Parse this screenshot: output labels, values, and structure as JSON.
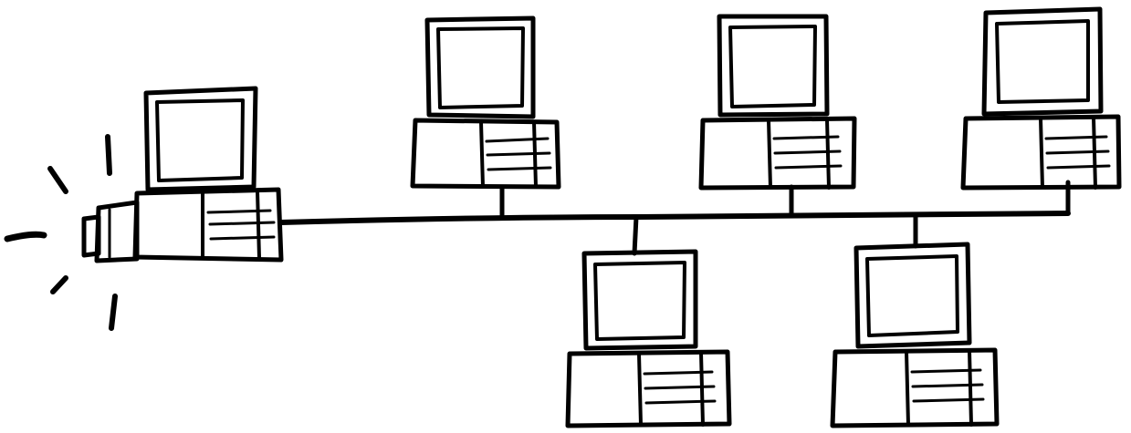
{
  "diagram": {
    "type": "bus-network-sketch",
    "style": "hand-drawn",
    "colors": {
      "ink": "#000000",
      "background": "#ffffff"
    },
    "server": {
      "icon": "computer-with-camera-icon",
      "highlighted": true
    },
    "workstations_above_bus": 3,
    "workstations_below_bus": 2,
    "icons": [
      "computer-icon",
      "bus-cable",
      "flash-icon"
    ]
  }
}
